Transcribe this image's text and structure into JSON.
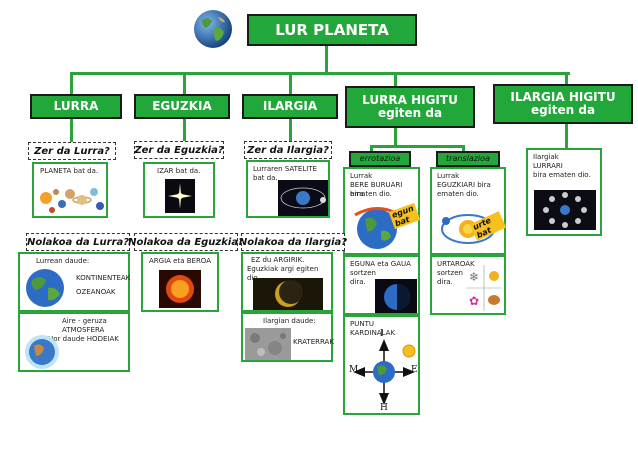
{
  "title": "LUR PLANETA",
  "headers": {
    "lurra": "LURRA",
    "eguzkia": "EGUZKIA",
    "ilargia": "ILARGIA",
    "lurra_higitu_1": "LURRA HIGITU",
    "lurra_higitu_2": "egiten da",
    "ilargia_higitu_1": "ILARGIA HIGITU",
    "ilargia_higitu_2": "egiten da"
  },
  "questions": {
    "zer_lurra": "Zer da Lurra?",
    "zer_eguzkia": "Zer da Eguzkia?",
    "zer_ilargia": "Zer da Ilargia?",
    "nolakoa_lurra": "Nolakoa da Lurra?",
    "nolakoa_eguzkia": "Nolakoa da Eguzkia?",
    "nolakoa_ilargia": "Nolakoa da Ilargia?"
  },
  "motions": {
    "errotazioa": "errotazioa",
    "translazioa": "translazioa",
    "egun_bat": "egun bat",
    "urte_bat": "urte bat"
  },
  "boxes": {
    "planeta": "PLANETA bat da.",
    "izar": "IZAR bat da.",
    "satelite_1": "Lurraren SATELITE",
    "satelite_2": "bat da.",
    "errotazio_1": "Lurrak",
    "errotazio_2": "BERE BURUARI bira",
    "errotazio_3": "ematen dio.",
    "translazio_1": "Lurrak",
    "translazio_2": "EGUZKIARI bira",
    "translazio_3": "ematen dio.",
    "ilargi_1": "Ilargiak",
    "ilargi_2": "LURRARI",
    "ilargi_3": "bira ematen dio.",
    "lurrean_daude": "Lurrean daude:",
    "kontinenteak": "KONTINENTEAK",
    "ozeanoak": "OZEANOAK",
    "argia_beroa": "ARGIA eta BEROA",
    "argirik_1": "EZ du ARGIRIK.",
    "argirik_2": "Eguzkiak argi egiten dio.",
    "eguna_gaua_1": "EGUNA eta GAUA",
    "eguna_gaua_2": "sortzen",
    "eguna_gaua_3": "dira.",
    "urtaroak_1": "URTAROAK",
    "urtaroak_2": "sortzen",
    "urtaroak_3": "dira.",
    "airea_1": "Aire - geruza",
    "airea_2": "ATMOSFERA",
    "airea_3": "Hor daude HODEIAK",
    "ilargian_daude": "Ilargian daude:",
    "kraterrak": "KRATERRAK",
    "puntu_kardinalak": "PUNTU KARDINALAK"
  },
  "compass": {
    "n": "I",
    "s": "H",
    "e": "E",
    "w": "M"
  },
  "colors": {
    "green": "#22a83a",
    "border": "#1a1a1a",
    "line": "#2aa43a"
  }
}
